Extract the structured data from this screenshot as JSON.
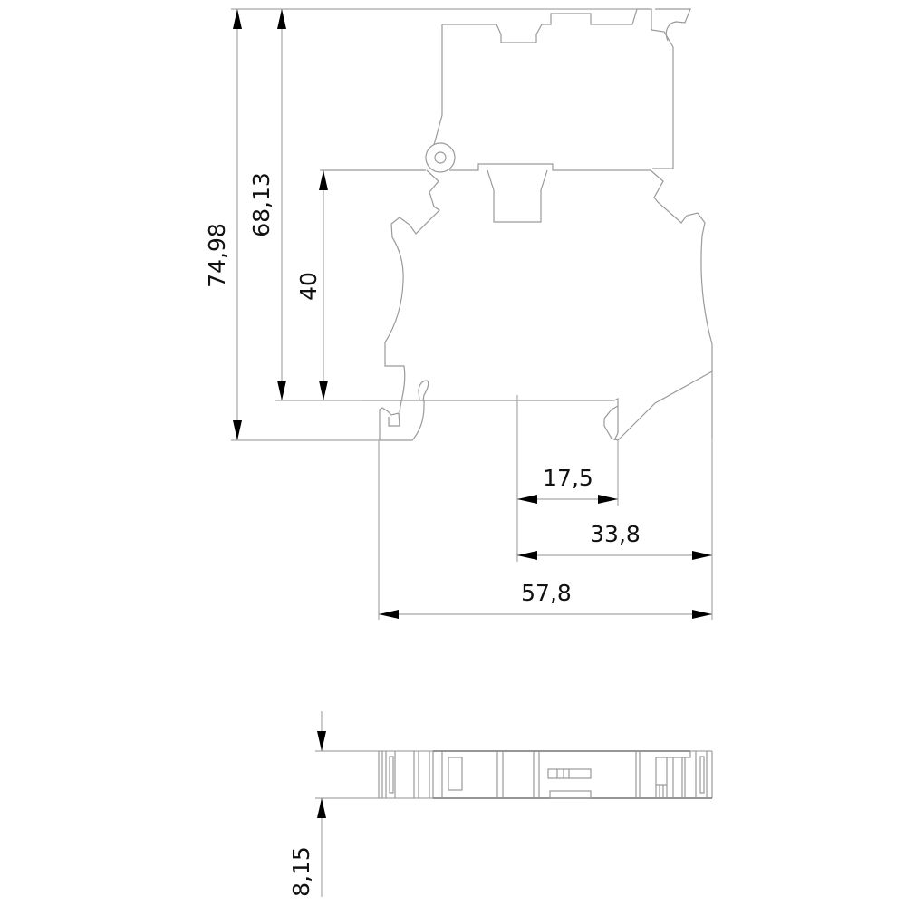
{
  "drawing": {
    "title": "Terminal block dimension drawing",
    "units": "mm",
    "line_color": "#9a9a9a",
    "arrow_color": "#000000",
    "text_color": "#111111"
  },
  "side_view": {
    "dimensions": {
      "overall_height": "74,98",
      "height_above_rail_top": "68,13",
      "height_above_rail": "40",
      "offset_17_5": "17,5",
      "offset_33_8": "33,8",
      "overall_width": "57,8"
    }
  },
  "top_view": {
    "dimensions": {
      "thickness": "8,15"
    }
  }
}
